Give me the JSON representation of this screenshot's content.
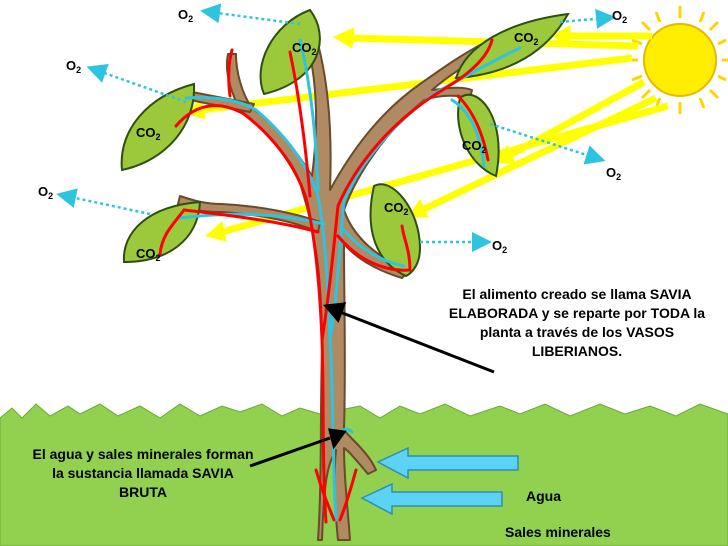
{
  "gas_labels": {
    "o2": "O",
    "co2": "CO",
    "subscript": "2"
  },
  "notes": {
    "savia_elaborada": "El alimento creado se llama SAVIA ELABORADA y se reparte por TODA la planta a través de los VASOS LIBERIANOS.",
    "savia_bruta": "El agua y sales minerales forman la sustancia llamada SAVIA BRUTA",
    "agua": "Agua",
    "sales": "Sales minerales"
  },
  "colors": {
    "ground": "#92d050",
    "leaf": "#9bc93b",
    "trunk": "#b08a62",
    "xylem": "#2ec4e0",
    "phloem": "#ff0000",
    "sunlight": "#ffff00",
    "sun": "#ffd400",
    "water_arrow": "#5cd3f5"
  },
  "icons": [
    "sun-icon",
    "leaf-icon",
    "arrow-icon"
  ]
}
